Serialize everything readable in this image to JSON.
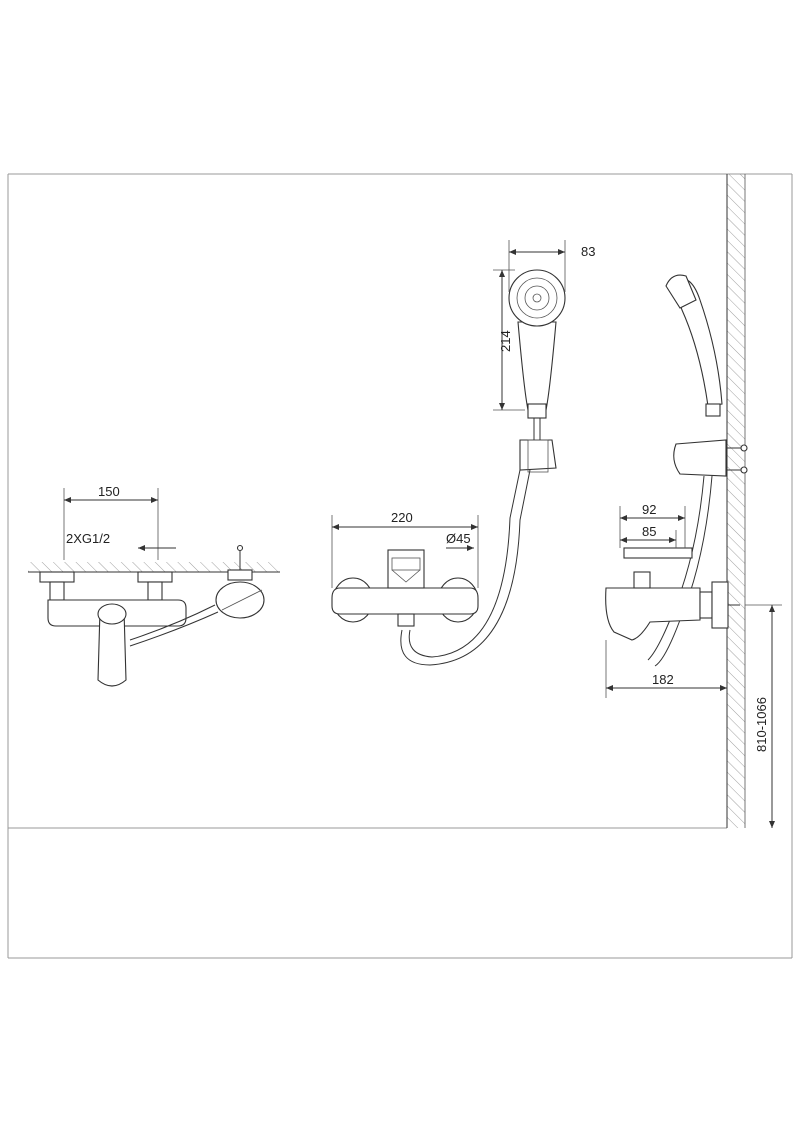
{
  "dimensions": {
    "front_width": "150",
    "thread": "2XG1/2",
    "body_width": "220",
    "rosette_diameter": "Ø45",
    "handshower_head_width": "83",
    "handshower_length": "214",
    "side_depth_1": "92",
    "side_depth_2": "85",
    "side_projection": "182",
    "mount_height": "810-1066"
  },
  "colors": {
    "line": "#333333",
    "hatch": "#777777",
    "frame": "#999999"
  }
}
